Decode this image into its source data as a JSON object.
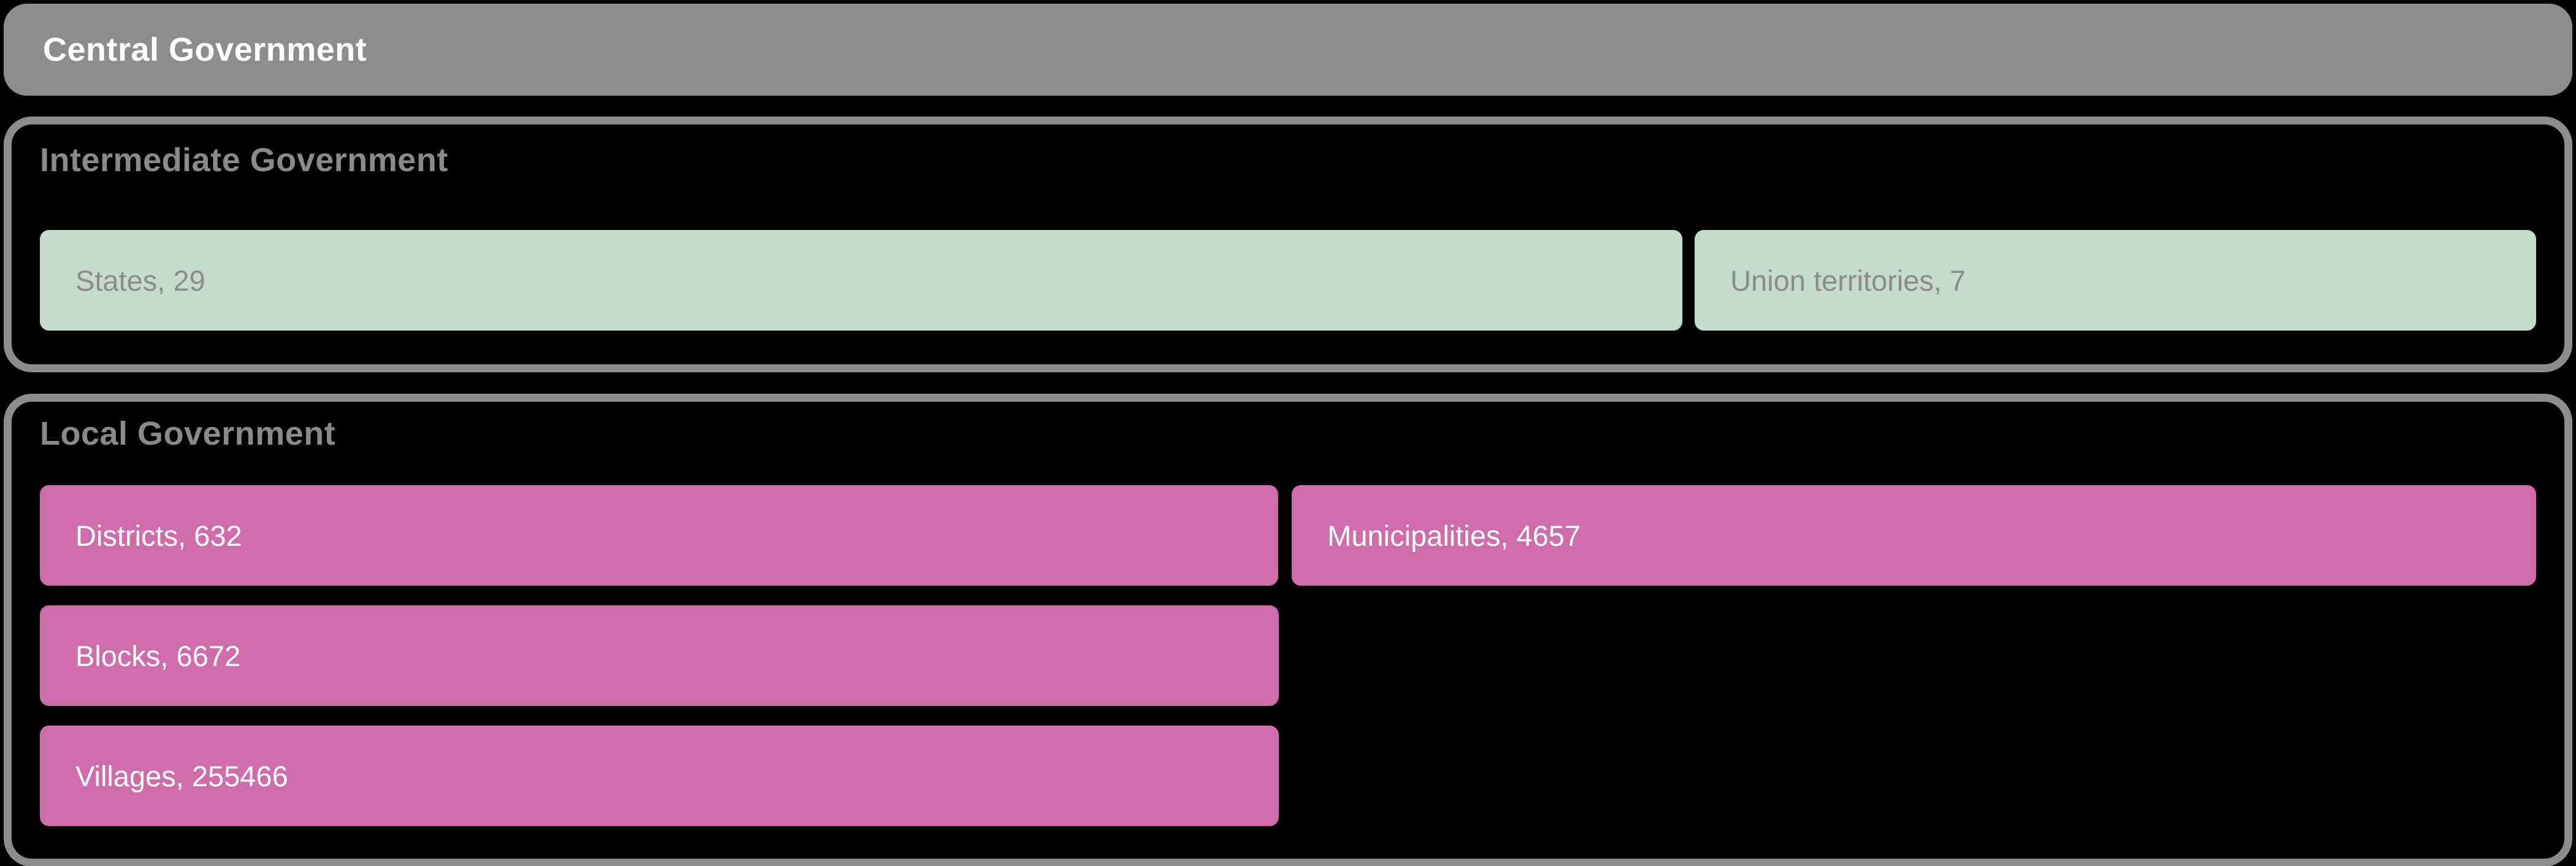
{
  "colors": {
    "background": "#000000",
    "bar_gray": "#8d8d8d",
    "section_border_gray": "#8d8d8d",
    "heading_text_gray": "#8a8a8a",
    "mint_box": "#c5dbcc",
    "mint_box_text": "#8b8b8b",
    "pink_box": "#cf6dab",
    "pink_box_text": "#ffffff"
  },
  "central": {
    "label": "Central Government"
  },
  "sections": [
    {
      "title": "Intermediate Government",
      "boxes": [
        {
          "name": "States",
          "count": 29,
          "label": "States, 29"
        },
        {
          "name": "Union territories",
          "count": 7,
          "label": "Union territories, 7"
        }
      ]
    },
    {
      "title": "Local Government",
      "boxes": [
        {
          "name": "Districts",
          "count": 632,
          "label": "Districts, 632"
        },
        {
          "name": "Municipalities",
          "count": 4657,
          "label": "Municipalities, 4657"
        },
        {
          "name": "Blocks",
          "count": 6672,
          "label": "Blocks, 6672"
        },
        {
          "name": "Villages",
          "count": 255466,
          "label": "Villages, 255466"
        }
      ]
    }
  ]
}
